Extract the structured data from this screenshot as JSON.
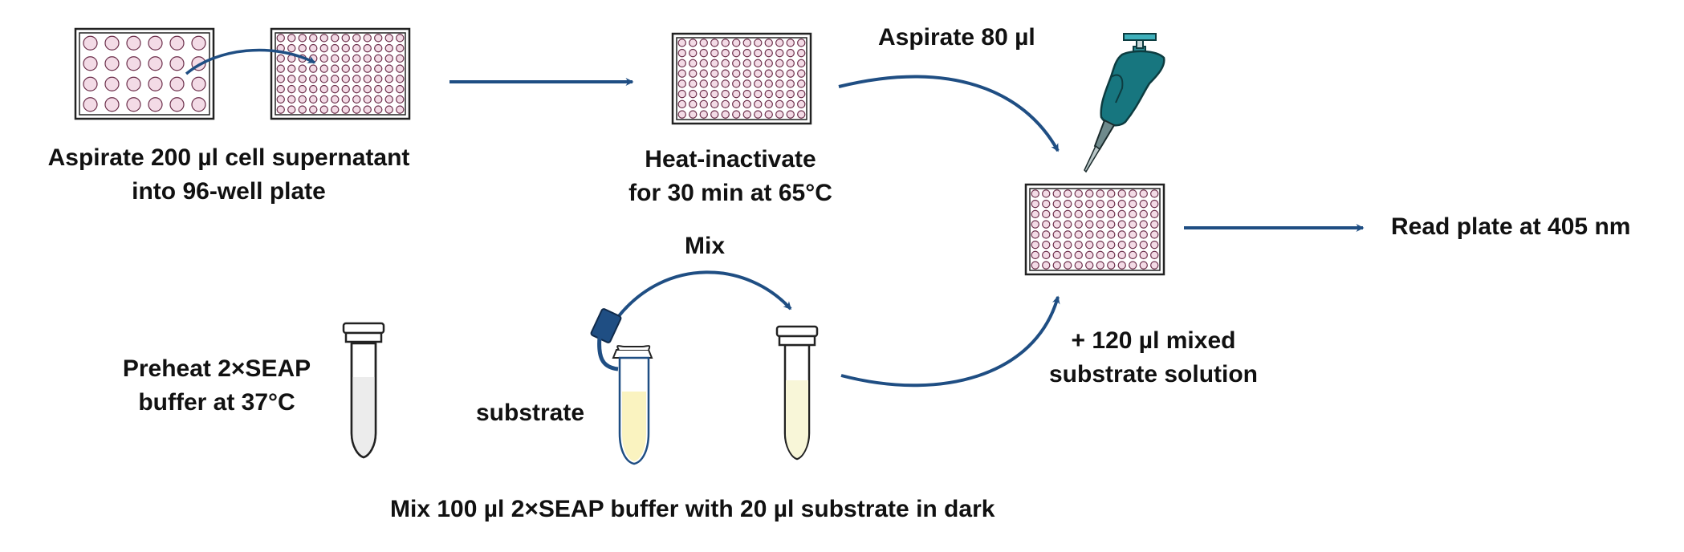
{
  "labels": {
    "step1_line1": "Aspirate 200 µl cell supernatant",
    "step1_line2": "into 96-well plate",
    "step2_line1": "Heat-inactivate",
    "step2_line2": "for 30 min at 65°C",
    "step3": "Aspirate  80 µl",
    "step4": "Read plate  at 405 nm",
    "mix": "Mix",
    "preheat_line1": "Preheat 2×SEAP",
    "preheat_line2": "buffer at 37°C",
    "substrate": "substrate",
    "mixed_line1": "+ 120 µl mixed",
    "mixed_line2": "substrate solution",
    "bottom": "Mix 100 µl 2×SEAP buffer with 20 µl substrate in dark"
  },
  "colors": {
    "arrow": "#1f4e83",
    "plate_well_fill": "#f3dbe6",
    "plate_well_stroke": "#6b2e4a",
    "pipette": "#17767f",
    "tube_buffer": "#ececec",
    "tube_substrate": "#faf3c0",
    "tube_mixed": "#f8f6d8"
  },
  "icons": [
    "24-well-plate-icon",
    "96-well-plate-icon",
    "pipette-icon",
    "tube-icon",
    "microtube-icon"
  ]
}
